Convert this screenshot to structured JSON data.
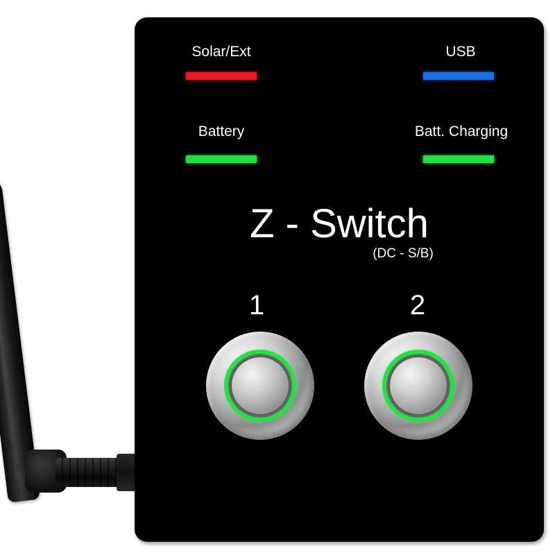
{
  "device": {
    "title": "Z - Switch",
    "subtitle": "(DC - S/B)",
    "indicators": [
      {
        "label": "Solar/Ext",
        "color": "#e8192c"
      },
      {
        "label": "USB",
        "color": "#1e6fe0"
      },
      {
        "label": "Battery",
        "color": "#22dd44"
      },
      {
        "label": "Batt. Charging",
        "color": "#22dd44"
      }
    ],
    "buttons": [
      {
        "number": "1",
        "ring_color": "#2cdc4a"
      },
      {
        "number": "2",
        "ring_color": "#2cdc4a"
      }
    ]
  }
}
